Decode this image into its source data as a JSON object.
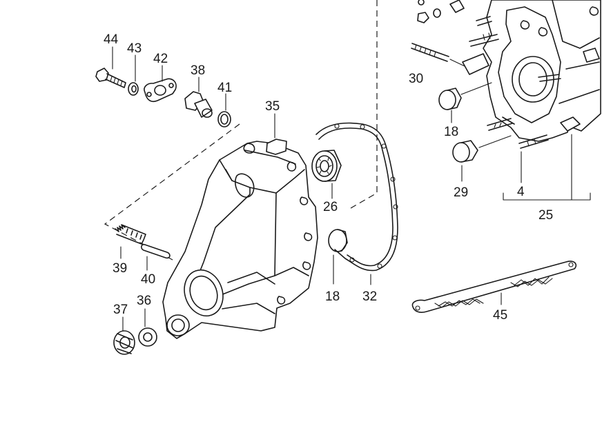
{
  "labels": {
    "p44": "44",
    "p43": "43",
    "p42": "42",
    "p38": "38",
    "p41": "41",
    "p35": "35",
    "p39": "39",
    "p40": "40",
    "p37": "37",
    "p36": "36",
    "p26": "26",
    "p18a": "18",
    "p32": "32",
    "p30": "30",
    "p18b": "18",
    "p29": "29",
    "p4": "4",
    "p25": "25",
    "p45": "45"
  }
}
